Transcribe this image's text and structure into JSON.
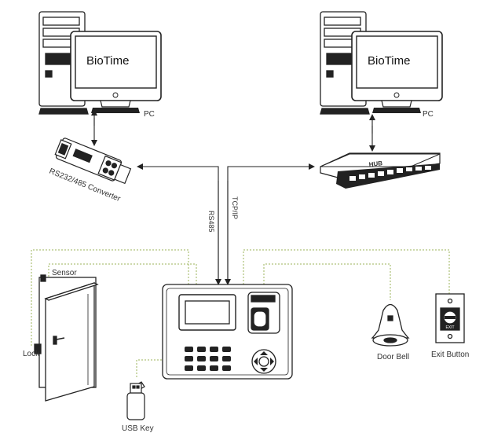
{
  "left_pc": {
    "screen_text": "BioTime",
    "caption": "PC"
  },
  "right_pc": {
    "screen_text": "BioTime",
    "caption": "PC"
  },
  "converter": {
    "caption": "RS232/485 Converter"
  },
  "hub": {
    "caption": "HUB"
  },
  "links": {
    "rs485": "RS485",
    "tcpip": "TCP/IP"
  },
  "peripherals": {
    "sensor": "Sensor",
    "lock": "Lock",
    "usb_key": "USB Key",
    "door_bell": "Door Bell",
    "exit_button": "Exit Button",
    "exit_button_face": "EXIT"
  }
}
